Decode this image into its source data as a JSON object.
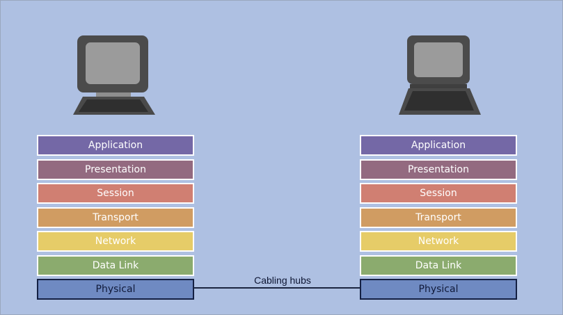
{
  "layers": [
    {
      "key": "application",
      "label": "Application",
      "color": "#7468a6"
    },
    {
      "key": "presentation",
      "label": "Presentation",
      "color": "#936a80"
    },
    {
      "key": "session",
      "label": "Session",
      "color": "#d07f72"
    },
    {
      "key": "transport",
      "label": "Transport",
      "color": "#d09c62"
    },
    {
      "key": "network",
      "label": "Network",
      "color": "#e6cc68"
    },
    {
      "key": "datalink",
      "label": "Data Link",
      "color": "#8bab6e"
    },
    {
      "key": "physical",
      "label": "Physical",
      "color": "#6f8ac2"
    }
  ],
  "link": {
    "label": "Cabling hubs"
  },
  "colors": {
    "background": "#aec0e2",
    "computer_body": "#4b4b4b",
    "screen": "#9b9b9b",
    "stand": "#8e8e8e",
    "keyboard": "#2f2f2f"
  }
}
